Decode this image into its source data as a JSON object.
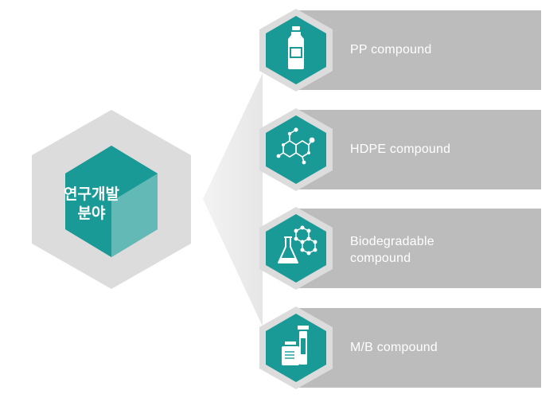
{
  "center": {
    "line1": "연구개발",
    "line2": "분야",
    "icon": "cube-icon"
  },
  "items": [
    {
      "label": "PP compound",
      "icon": "bottle-icon"
    },
    {
      "label": "HDPE compound",
      "icon": "molecule-icon"
    },
    {
      "label_line1": "Biodegradable",
      "label_line2": "compound",
      "icon": "flask-molecule-icon"
    },
    {
      "label": "M/B compound",
      "icon": "containers-icon"
    }
  ],
  "colors": {
    "teal": "#1a9a96",
    "teal_light": "#5fb7b3",
    "hex_ring": "#dcdcdc",
    "bar": "#bcbcbc",
    "text": "#ffffff"
  }
}
